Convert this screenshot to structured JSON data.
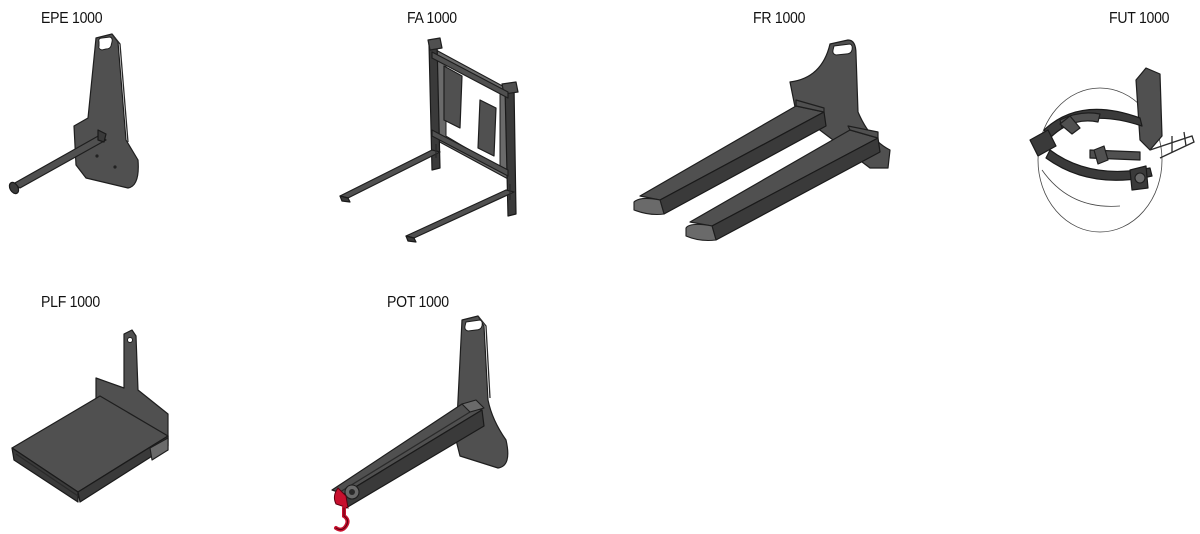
{
  "products": [
    {
      "label": "EPE 1000",
      "icon": "epe-1000-attachment-icon"
    },
    {
      "label": "FA 1000",
      "icon": "fa-1000-attachment-icon"
    },
    {
      "label": "FR 1000",
      "icon": "fr-1000-attachment-icon"
    },
    {
      "label": "FUT 1000",
      "icon": "fut-1000-attachment-icon"
    },
    {
      "label": "PLF 1000",
      "icon": "plf-1000-attachment-icon"
    },
    {
      "label": "POT 1000",
      "icon": "pot-1000-attachment-icon"
    }
  ],
  "colors": {
    "background": "#ffffff",
    "steel": "#505050",
    "outline": "#1e1e1e",
    "hook": "#c8102e"
  }
}
